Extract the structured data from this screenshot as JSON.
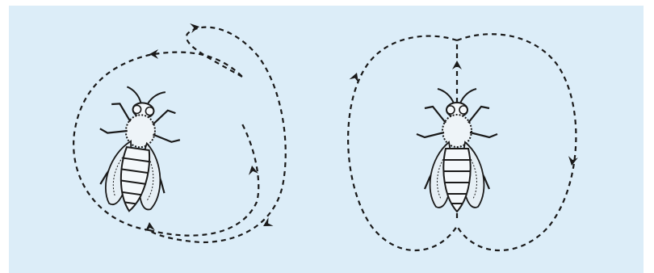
{
  "figure": {
    "background": "#dcedf8",
    "ink": "#1a1a1a",
    "panels": [
      {
        "id": "left",
        "subject": "bee",
        "dance": "round-dance-circling"
      },
      {
        "id": "right",
        "subject": "bee",
        "dance": "round-dance-figure-eight"
      }
    ]
  },
  "icons": {
    "left_bee": "bee-icon",
    "right_bee": "bee-icon",
    "arrowhead": "arrowhead-icon"
  }
}
